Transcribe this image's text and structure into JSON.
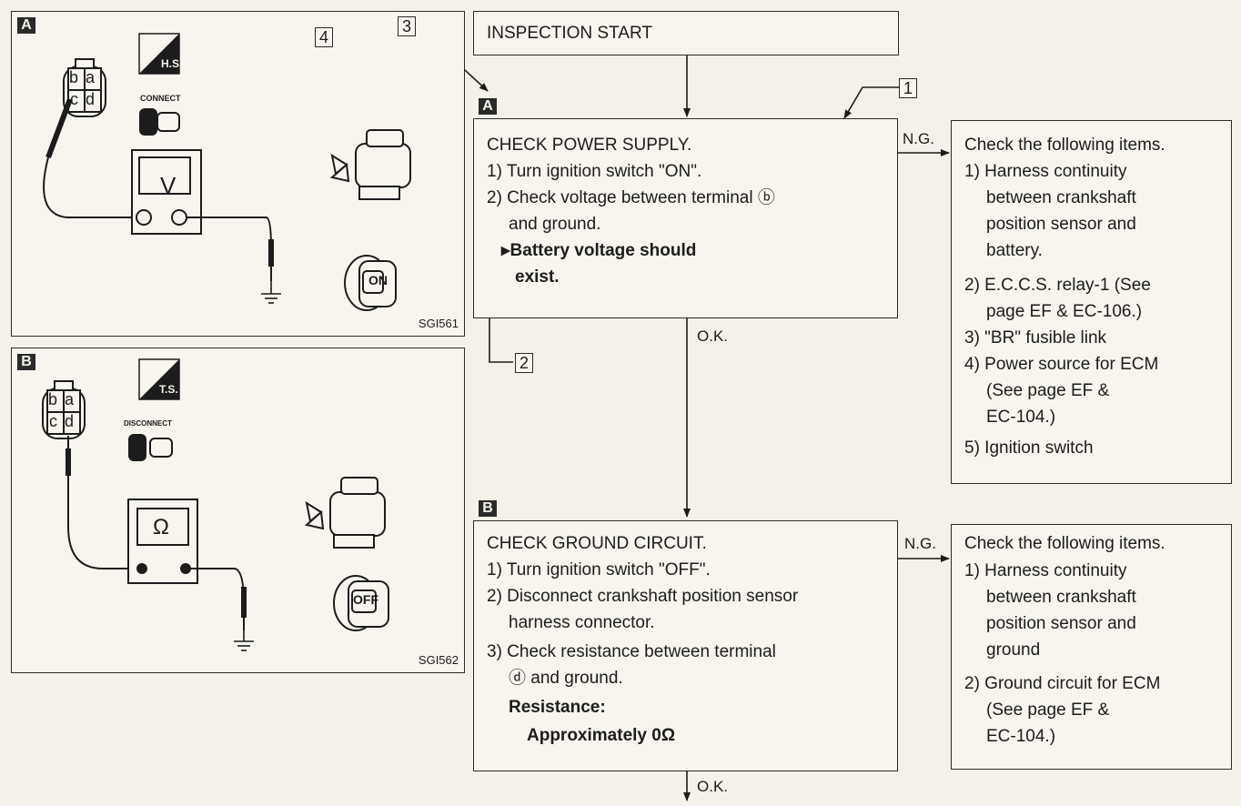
{
  "panel_a": {
    "tag": "A",
    "code": "SGI561",
    "hs_badge": "H.S.",
    "connect_label": "CONNECT",
    "meter_symbol": "V",
    "key_label": "ON"
  },
  "panel_b": {
    "tag": "B",
    "code": "SGI562",
    "ts_badge": "T.S.",
    "disconnect_label": "DISCONNECT",
    "meter_symbol": "Ω",
    "key_label": "OFF"
  },
  "connector_pins": [
    "b",
    "a",
    "c",
    "d"
  ],
  "callouts": {
    "one": "1",
    "two": "2",
    "three": "3",
    "four": "4"
  },
  "flow": {
    "start": "INSPECTION START",
    "step_a": {
      "tag": "A",
      "title": "CHECK POWER SUPPLY.",
      "lines": [
        "1) Turn ignition switch \"ON\".",
        "2) Check voltage between terminal ⓑ",
        "and ground."
      ],
      "result": [
        "▸Battery voltage should",
        "exist."
      ]
    },
    "step_b": {
      "tag": "B",
      "title": "CHECK GROUND CIRCUIT.",
      "lines": [
        "1) Turn ignition switch \"OFF\".",
        "2) Disconnect crankshaft position sensor",
        "harness connector.",
        "3) Check resistance between terminal",
        "ⓓ and ground."
      ],
      "result": [
        "Resistance:",
        "Approximately 0Ω"
      ]
    },
    "ng_a": {
      "title": "Check the following items.",
      "lines": [
        "1) Harness continuity",
        "between crankshaft",
        "position sensor and",
        "battery.",
        "2) E.C.C.S. relay-1 (See",
        "page EF & EC-106.)",
        "3) \"BR\" fusible link",
        "4) Power source for ECM",
        "(See page EF &",
        "EC-104.)",
        "5) Ignition switch"
      ]
    },
    "ng_b": {
      "title": "Check the following items.",
      "lines": [
        "1) Harness continuity",
        "between crankshaft",
        "position sensor and",
        "ground",
        "2) Ground circuit for ECM",
        "(See page EF &",
        "EC-104.)"
      ]
    },
    "ng_label": "N.G.",
    "ok_label": "O.K."
  }
}
